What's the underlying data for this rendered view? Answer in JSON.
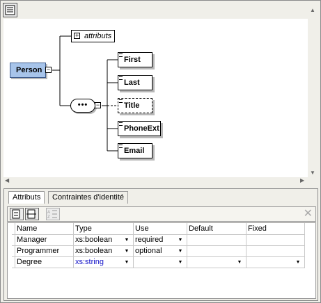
{
  "diagram": {
    "root": "Person",
    "attributes_label": "attributs",
    "children": [
      "First",
      "Last",
      "Title",
      "PhoneExt",
      "Email"
    ]
  },
  "panel": {
    "tabs": [
      "Attributs",
      "Contraintes d'identité"
    ],
    "columns": [
      "Name",
      "Type",
      "Use",
      "Default",
      "Fixed"
    ],
    "rows": [
      {
        "name": "Manager",
        "type": "xs:boolean",
        "use": "required",
        "default": "",
        "fixed": ""
      },
      {
        "name": "Programmer",
        "type": "xs:boolean",
        "use": "optional",
        "default": "",
        "fixed": ""
      },
      {
        "name": "Degree",
        "type": "xs:string",
        "use": "",
        "default": "",
        "fixed": ""
      }
    ]
  },
  "colors": {
    "root_fill": "#a7c4ea",
    "type_link": "#1010c8"
  }
}
